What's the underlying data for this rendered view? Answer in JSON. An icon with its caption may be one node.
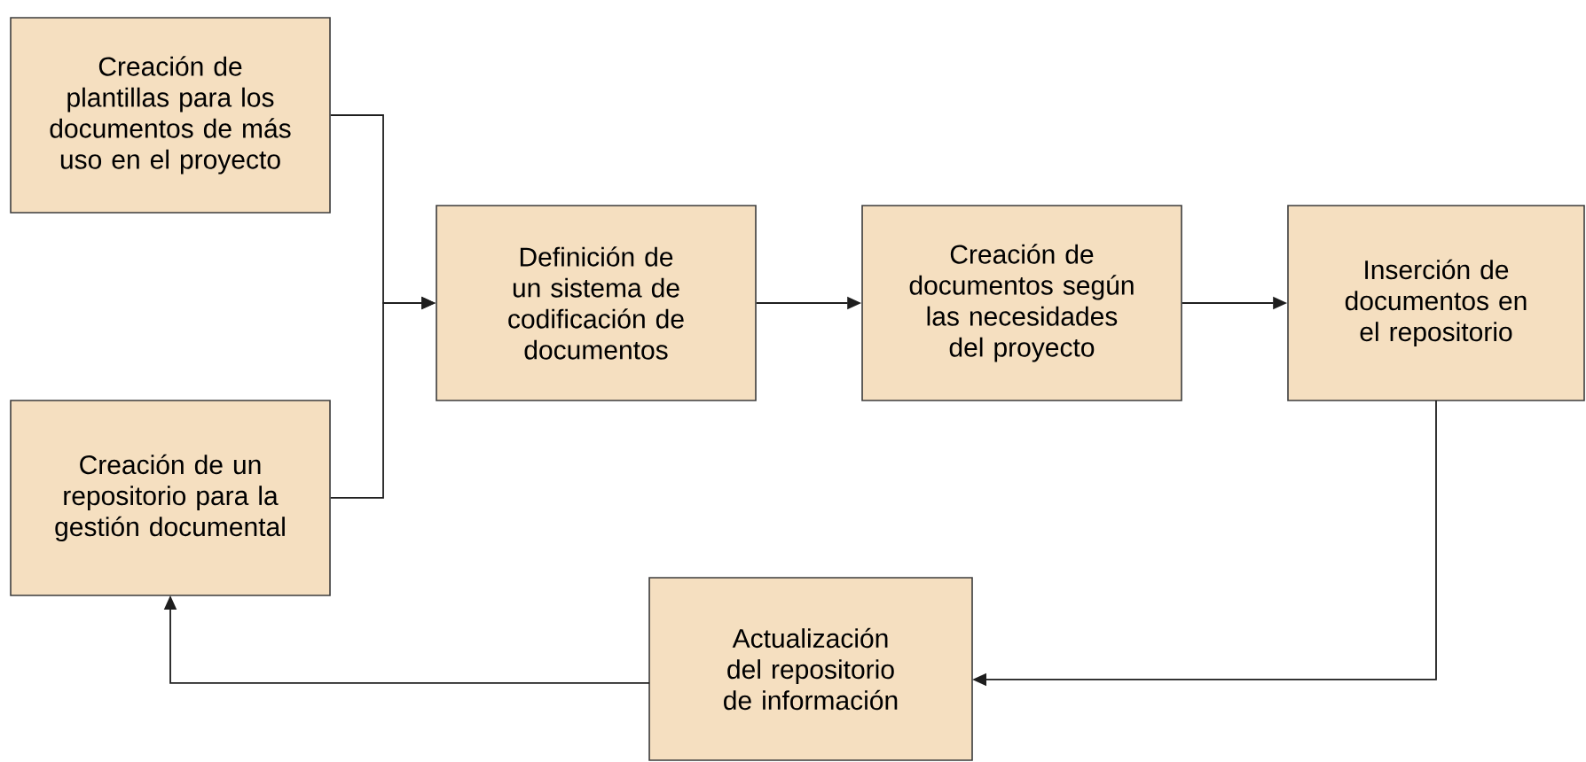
{
  "diagram": {
    "nodes": [
      {
        "text": [
          "Creación de plantillas para los documentos de más uso en el proyecto"
        ]
      },
      {
        "text": [
          "Creación de un repositorio para la gestión documental"
        ]
      },
      {
        "text": [
          "Definición de un sistema de codificación de documentos"
        ]
      },
      {
        "text": [
          "Creación de documentos según las necesidades del proyecto"
        ]
      },
      {
        "text": [
          "Inserción de documentos en el repositorio"
        ]
      },
      {
        "text": [
          "Actualización del repositorio de información"
        ]
      }
    ],
    "edges": [
      {
        "from": 0,
        "to": 2,
        "arrow": "to"
      },
      {
        "from": 1,
        "to": 2,
        "arrow": "to"
      },
      {
        "from": 2,
        "to": 3,
        "arrow": "to"
      },
      {
        "from": 3,
        "to": 4,
        "arrow": "to"
      },
      {
        "from": 4,
        "to": 5,
        "arrow": "to"
      },
      {
        "from": 5,
        "to": 1,
        "arrow": "to"
      }
    ]
  }
}
